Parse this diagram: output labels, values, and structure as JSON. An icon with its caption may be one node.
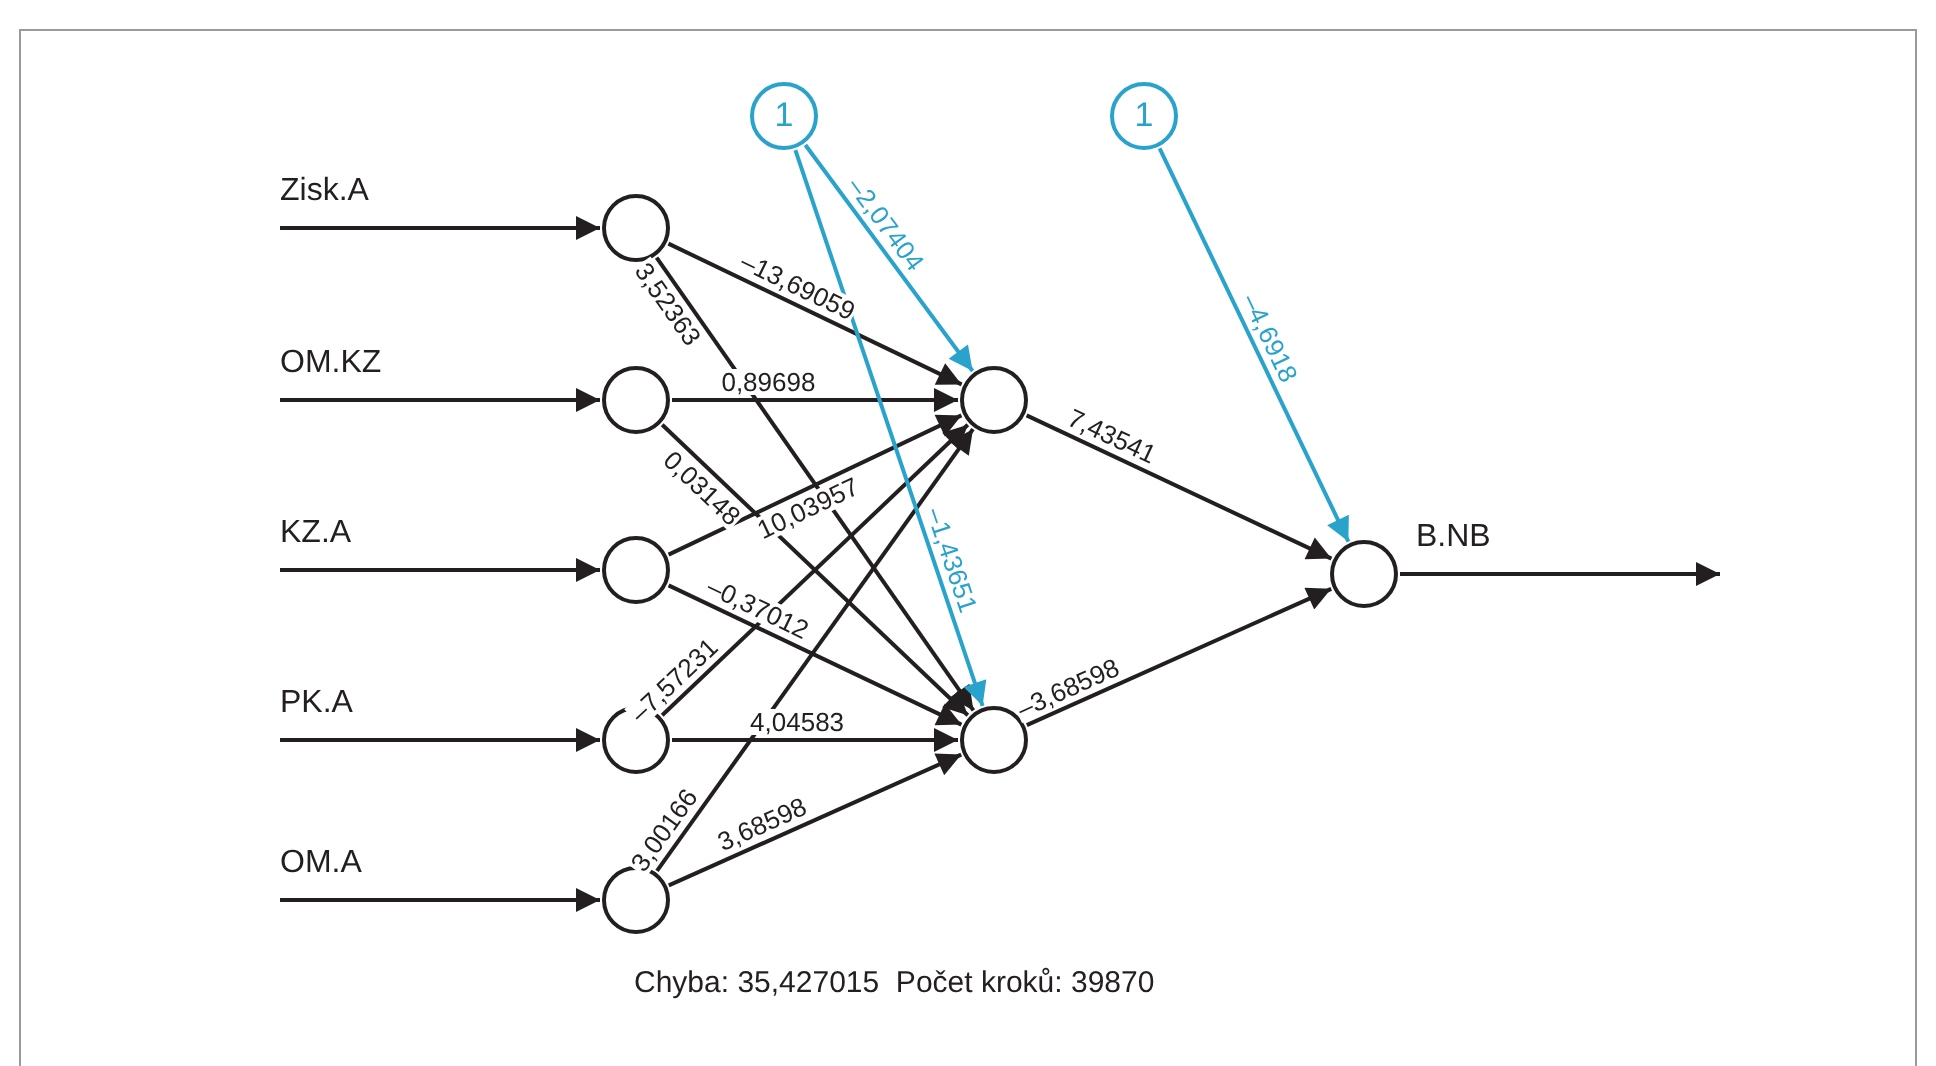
{
  "diagram": {
    "nodes": [
      {
        "text": [],
        "shape": "circle"
      },
      {
        "text": [],
        "shape": "circle"
      },
      {
        "text": [],
        "shape": "circle"
      },
      {
        "text": [],
        "shape": "circle"
      },
      {
        "text": [],
        "shape": "circle"
      },
      {
        "text": [
          "1"
        ]
      },
      {
        "text": [],
        "shape": "circle"
      },
      {
        "text": [],
        "shape": "circle"
      },
      {
        "text": [
          "1"
        ]
      },
      {
        "text": [],
        "shape": "circle"
      }
    ],
    "edges": [
      {
        "from": null,
        "to": 0,
        "arrow": "to",
        "label": "Zisk.A"
      },
      {
        "from": null,
        "to": 1,
        "arrow": "to",
        "label": "OM.KZ"
      },
      {
        "from": null,
        "to": 2,
        "arrow": "to",
        "label": "KZ.A"
      },
      {
        "from": null,
        "to": 3,
        "arrow": "to",
        "label": "PK.A"
      },
      {
        "from": null,
        "to": 4,
        "arrow": "to",
        "label": "OM.A"
      },
      {
        "from": 0,
        "to": 6,
        "arrow": "to",
        "label": "–13,69059"
      },
      {
        "from": 0,
        "to": 7,
        "arrow": "to",
        "label": "3,52363"
      },
      {
        "from": 1,
        "to": 6,
        "arrow": "to",
        "label": "0,89698"
      },
      {
        "from": 1,
        "to": 7,
        "arrow": "to",
        "label": "0,03148"
      },
      {
        "from": 2,
        "to": 6,
        "arrow": "to",
        "label": "10,03957"
      },
      {
        "from": 2,
        "to": 7,
        "arrow": "to",
        "label": "–0,37012"
      },
      {
        "from": 3,
        "to": 6,
        "arrow": "to",
        "label": "–7,57231"
      },
      {
        "from": 3,
        "to": 7,
        "arrow": "to",
        "label": "4,04583"
      },
      {
        "from": 4,
        "to": 6,
        "arrow": "to",
        "label": "3,00166"
      },
      {
        "from": 4,
        "to": 7,
        "arrow": "to",
        "label": "3,68598"
      },
      {
        "from": 5,
        "to": 6,
        "arrow": "to",
        "label": "–2,07404",
        "color": "#29a3cc"
      },
      {
        "from": 5,
        "to": 7,
        "arrow": "to",
        "label": "–1,43651",
        "color": "#29a3cc"
      },
      {
        "from": 6,
        "to": 9,
        "arrow": "to",
        "label": "7,43541"
      },
      {
        "from": 7,
        "to": 9,
        "arrow": "to",
        "label": "–3,68598"
      },
      {
        "from": 8,
        "to": 9,
        "arrow": "to",
        "label": "–4,6918",
        "color": "#29a3cc"
      },
      {
        "from": 9,
        "to": null,
        "arrow": "to",
        "label": "B.NB"
      }
    ],
    "labels": [
      "Chyba: 35,427015  Počet kroků: 39870"
    ]
  }
}
